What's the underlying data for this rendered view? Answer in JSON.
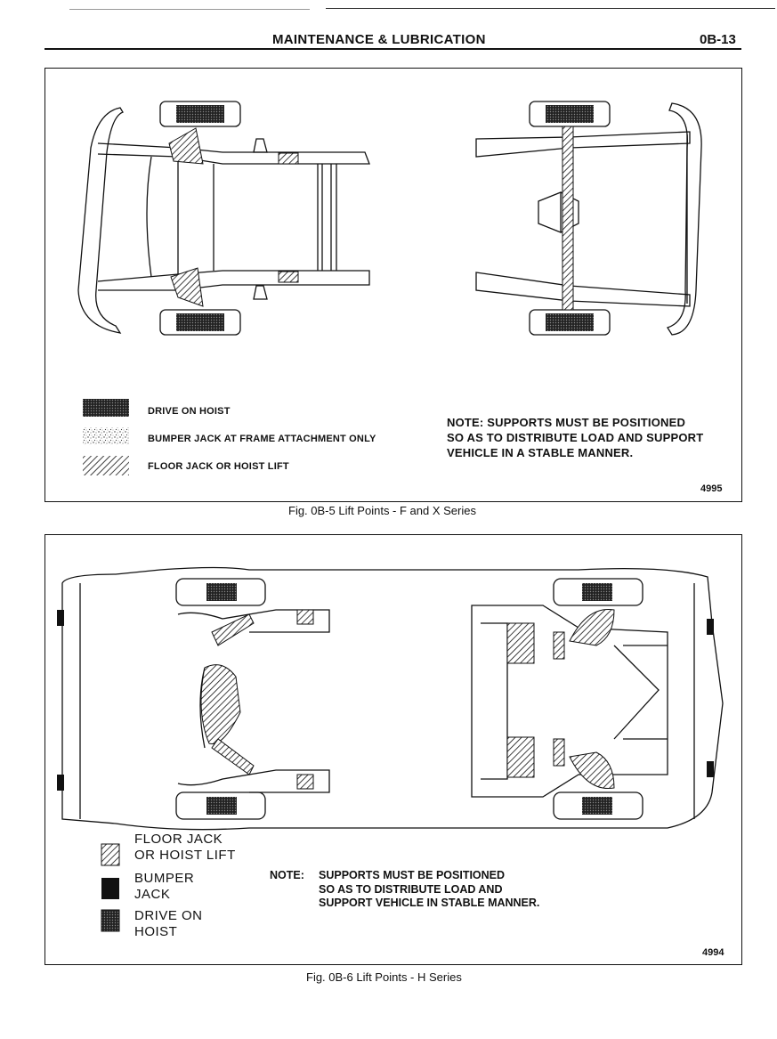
{
  "header": {
    "title": "MAINTENANCE & LUBRICATION",
    "page_number": "0B-13"
  },
  "figure1": {
    "legend": [
      {
        "pattern": "drive-on-hoist",
        "label": "DRIVE ON HOIST"
      },
      {
        "pattern": "bumper-jack",
        "label": "BUMPER JACK AT FRAME ATTACHMENT ONLY"
      },
      {
        "pattern": "floor-jack",
        "label": "FLOOR JACK OR HOIST LIFT"
      }
    ],
    "note": [
      "NOTE: SUPPORTS MUST BE POSITIONED",
      "SO AS TO DISTRIBUTE LOAD AND SUPPORT",
      "VEHICLE IN A STABLE MANNER."
    ],
    "figure_number": "4995",
    "caption": "Fig. 0B-5 Lift Points - F and X Series"
  },
  "figure2": {
    "legend": [
      {
        "pattern": "floor-jack",
        "line1": "FLOOR JACK",
        "line2": "OR HOIST LIFT"
      },
      {
        "pattern": "bumper-jack",
        "line1": "BUMPER",
        "line2": "JACK"
      },
      {
        "pattern": "drive-on-hoist",
        "line1": "DRIVE ON",
        "line2": "HOIST"
      }
    ],
    "note_label": "NOTE:",
    "note": [
      "SUPPORTS MUST BE POSITIONED",
      "SO AS TO DISTRIBUTE LOAD AND",
      "SUPPORT VEHICLE IN STABLE MANNER."
    ],
    "figure_number": "4994",
    "caption": "Fig. 0B-6 Lift Points - H Series"
  }
}
